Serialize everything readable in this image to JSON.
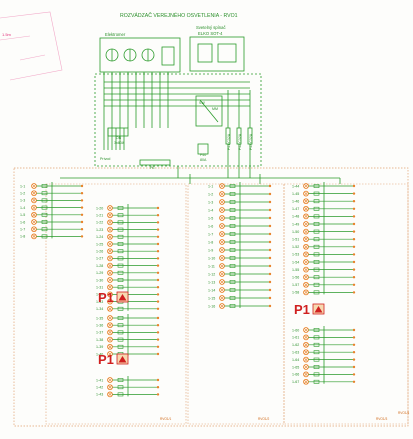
{
  "title": "ROZVÁDZAČ VEREJNÉHO OSVETLENIA - RVO1",
  "top_labels": {
    "meter_box": "Elektromer",
    "timer_box": "Svetelný spínač",
    "timer_sub": "ELKO SOT-4",
    "main_breaker": "OB",
    "main_breaker_rating": "3x80A",
    "feed": "Prívod",
    "pe_bus": "PE",
    "sw_label": "SW",
    "aux_label": "MM",
    "fuse_main": "F40",
    "fuse_main_rating": "80A",
    "fuses": [
      "F41 C32A",
      "F42 C32A",
      "F43 C32A"
    ],
    "pink_note": "1.5m"
  },
  "p1_label": "P1",
  "circuit_groups": [
    {
      "name": "group-a",
      "labels": [
        "1-1",
        "1-2",
        "1-3",
        "1-4",
        "1-5",
        "1-6",
        "1-7",
        "1-8"
      ]
    },
    {
      "name": "group-b",
      "labels": [
        "1-20",
        "1-21",
        "1-22",
        "1-23",
        "1-24",
        "1-25",
        "1-26",
        "1-27",
        "1-28",
        "1-29",
        "1-30",
        "1-31",
        "1-32",
        "1-33",
        "1-34"
      ]
    },
    {
      "name": "group-c",
      "labels": [
        "1-35",
        "1-36",
        "1-37",
        "1-38",
        "1-39",
        "1-40"
      ]
    },
    {
      "name": "group-d",
      "labels": [
        "1-41",
        "1-42",
        "1-43"
      ]
    },
    {
      "name": "group-e",
      "labels": [
        "1-1",
        "1-2",
        "1-3",
        "1-4",
        "1-5",
        "1-6",
        "1-7",
        "1-8",
        "1-9",
        "1-10",
        "1-11",
        "1-12",
        "1-13",
        "1-14",
        "1-15",
        "1-16"
      ]
    },
    {
      "name": "group-f",
      "labels": [
        "1-44",
        "1-45",
        "1-46",
        "1-47",
        "1-48",
        "1-49",
        "1-50",
        "1-51",
        "1-52",
        "1-53",
        "1-54",
        "1-55",
        "1-56",
        "1-57",
        "1-58"
      ]
    },
    {
      "name": "group-g",
      "labels": [
        "1-60",
        "1-61",
        "1-62",
        "1-63",
        "1-64",
        "1-65",
        "1-66",
        "1-67"
      ]
    }
  ],
  "frame_tags": [
    "RVO1/1",
    "RVO1/2",
    "RVO1/3",
    "RVO1/4"
  ],
  "colors": {
    "line": "#2a9a2a",
    "lamp": "#e8822a",
    "frame": "#e0a070",
    "p1": "#d02020"
  }
}
